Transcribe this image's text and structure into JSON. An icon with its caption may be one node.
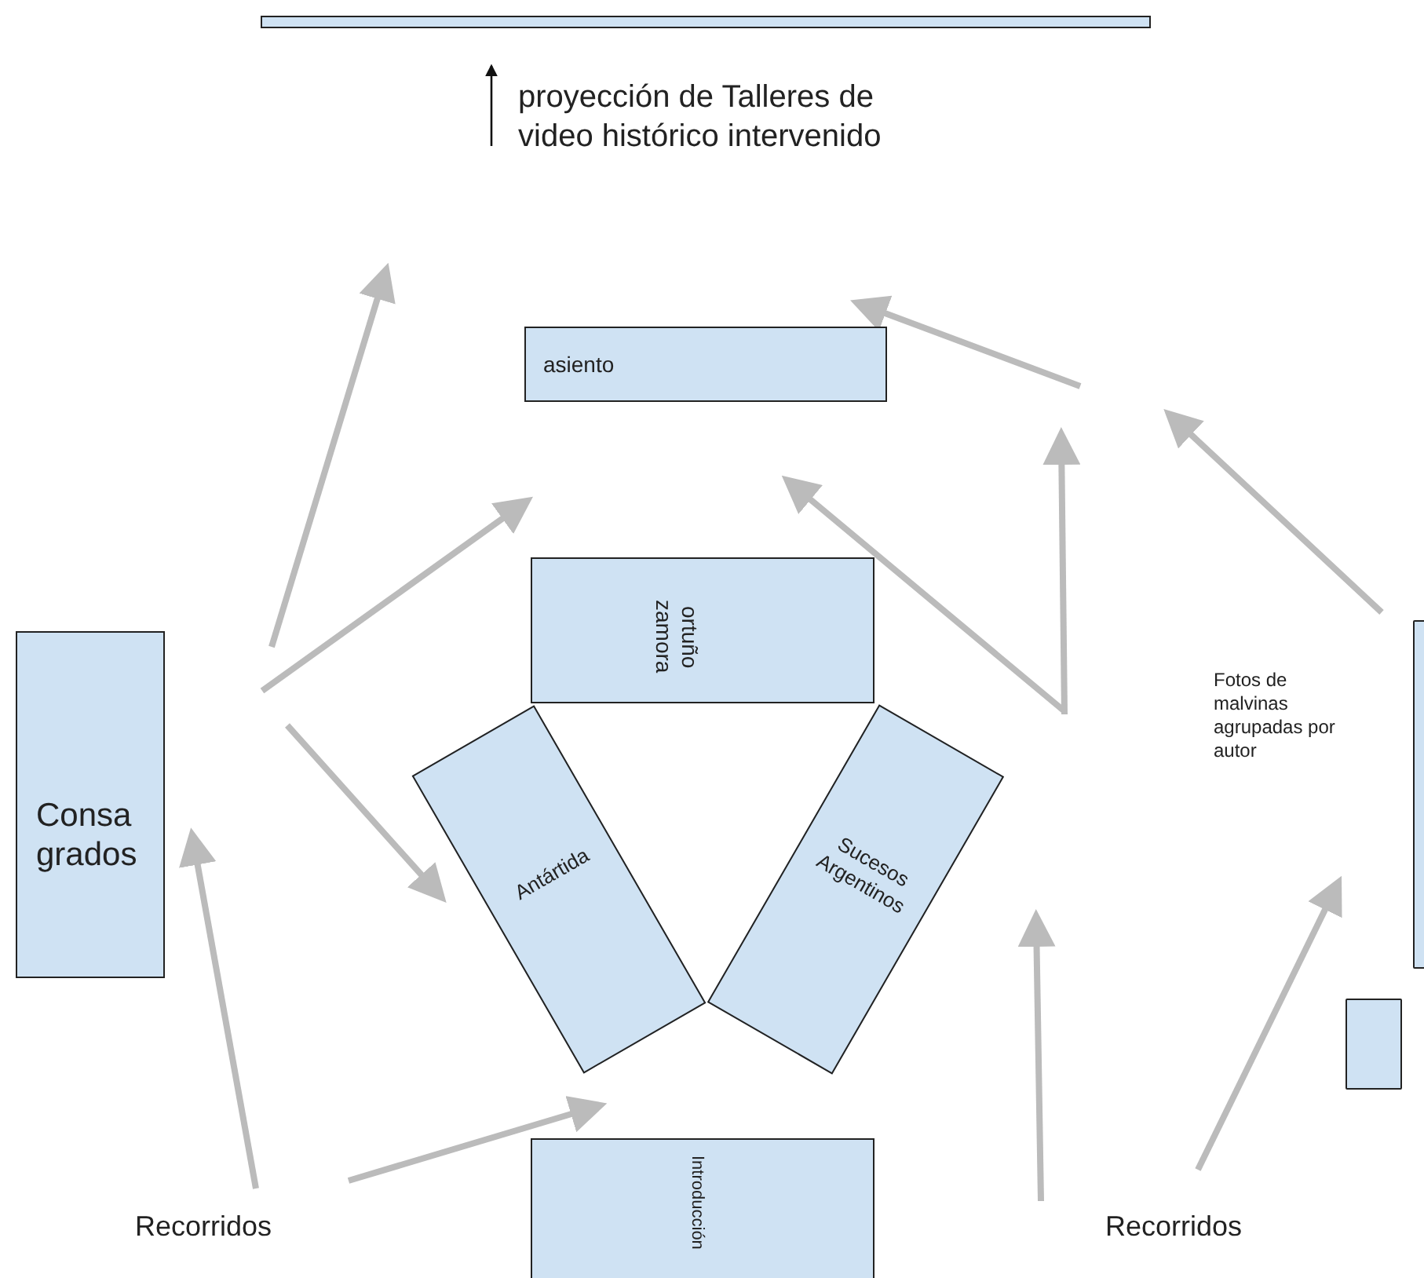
{
  "diagram": {
    "nodes": [
      {
        "text": [],
        "shape": "bar"
      },
      {
        "text": [
          "asiento"
        ]
      },
      {
        "text": [
          "ortuño zamora"
        ]
      },
      {
        "text": [],
        "shape": "box"
      },
      {
        "text": [
          "Consa grados"
        ]
      },
      {
        "text": [
          "Antártida"
        ]
      },
      {
        "text": [
          "Sucesos Argentinos"
        ]
      },
      {
        "text": [],
        "shape": "box"
      },
      {
        "text": [
          "Introducción"
        ]
      }
    ],
    "labels": [
      "proyección de Talleres de video histórico intervenido",
      "Fotos de malvinas agrupadas por autor",
      "Recorridos",
      "Recorridos"
    ]
  }
}
